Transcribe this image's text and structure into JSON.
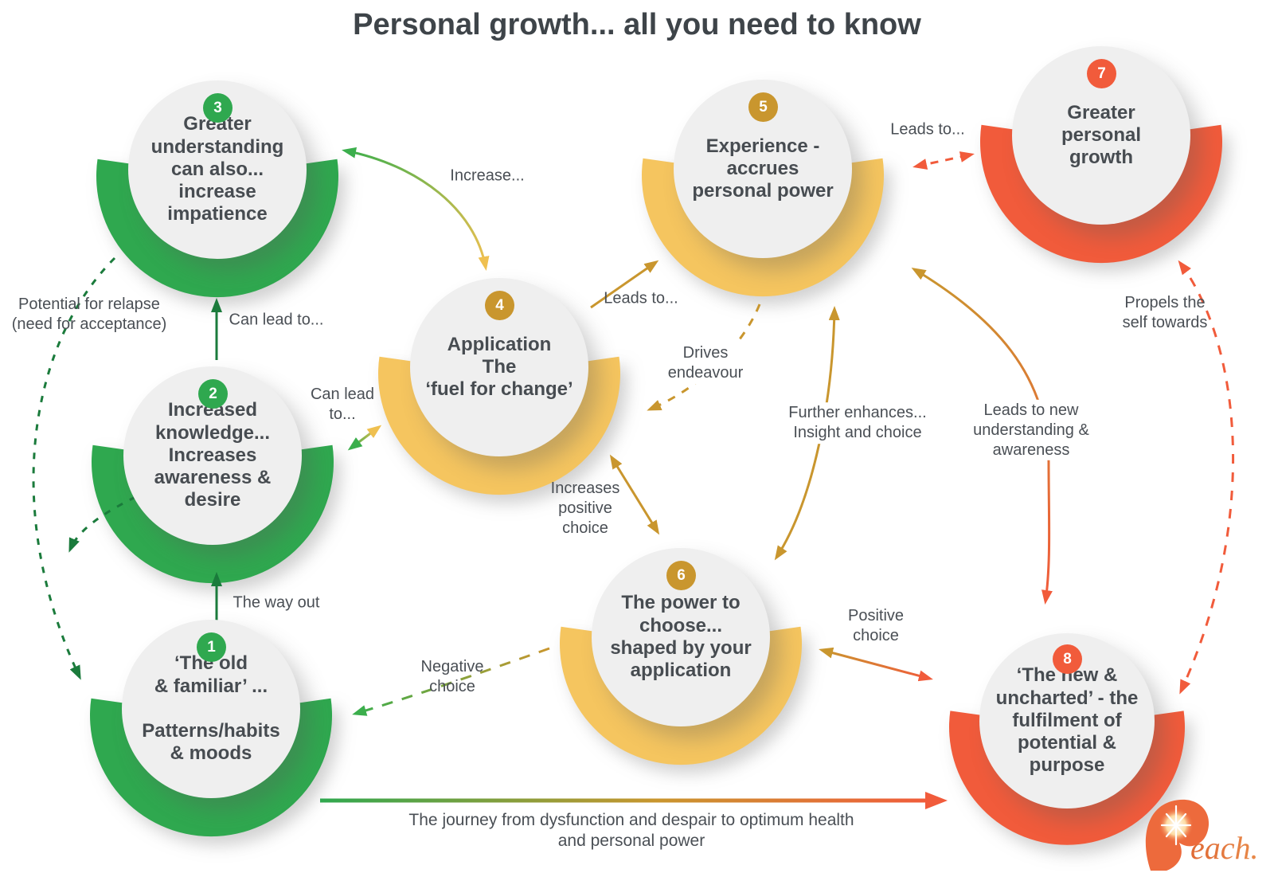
{
  "title": "Personal growth... all you need to know",
  "nodes": [
    {
      "number": "1",
      "text": "‘The old\n& familiar’ ...\n\nPatterns/habits\n& moods"
    },
    {
      "number": "2",
      "text": "Increased\nknowledge...\nIncreases\nawareness &\ndesire"
    },
    {
      "number": "3",
      "text": "Greater\nunderstanding\ncan also...\nincrease\nimpatience"
    },
    {
      "number": "4",
      "text": "Application\nThe\n‘fuel for change’"
    },
    {
      "number": "5",
      "text": "Experience -\naccrues\npersonal power"
    },
    {
      "number": "6",
      "text": "The power to\nchoose...\nshaped by your\napplication"
    },
    {
      "number": "7",
      "text": "Greater\npersonal\ngrowth"
    },
    {
      "number": "8",
      "text": "‘The new &\nuncharted’ - the\nfulfilment of\npotential &\npurpose"
    }
  ],
  "labels": {
    "increase": "Increase...",
    "leads_to_4_5": "Leads to...",
    "leads_to_5_7": "Leads to...",
    "drives_endeavour": "Drives\nendeavour",
    "further_enhances": "Further enhances...\nInsight and choice",
    "leads_to_new": "Leads to new\nunderstanding &\nawareness",
    "propels": "Propels the\nself towards",
    "relapse": "Potential for relapse\n(need for acceptance)",
    "can_lead_to_2_3": "Can lead to...",
    "can_lead_to_2_4": "Can lead\nto...",
    "way_out": "The way out",
    "increases_positive_choice": "Increases\npositive\nchoice",
    "negative_choice": "Negative\nchoice",
    "positive_choice": "Positive\nchoice",
    "journey": "The journey from dysfunction and despair to optimum health\nand personal power"
  },
  "logo": {
    "brand": "Reach",
    "wordmark": "each."
  },
  "colors": {
    "green": "#2FA84F",
    "dark_green": "#1B7B3C",
    "bright_green": "#3BAE4C",
    "yellow": "#F5C55F",
    "gold": "#C9962E",
    "orange": "#F15B3B",
    "circle_gray": "#EFEFEF",
    "text": "#4A4F55"
  }
}
